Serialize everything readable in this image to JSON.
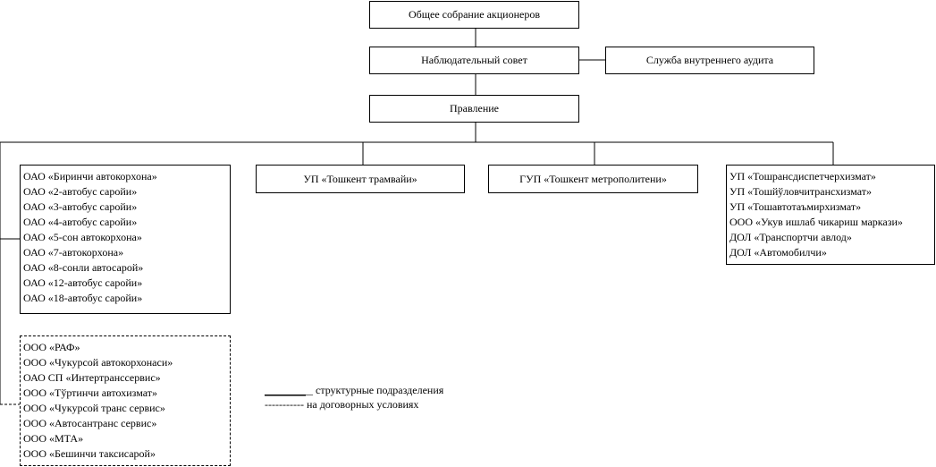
{
  "nodes": {
    "shareholders": "Общее собрание акционеров",
    "supervisory_board": "Наблюдательный совет",
    "internal_audit": "Служба внутреннего аудита",
    "management": "Правление",
    "tram": "УП «Тошкент трамвайи»",
    "metro": "ГУП «Тошкент метрополитени»"
  },
  "lists": {
    "bus_parks": [
      "ОАО «Биринчи автокорхона»",
      "ОАО «2-автобус саройи»",
      "ОАО «3-автобус саройи»",
      "ОАО «4-автобус саройи»",
      "ОАО «5-сон автокорхона»",
      "ОАО «7-автокорхона»",
      "ОАО «8-сонли автосарой»",
      "ОАО «12-автобус саройи»",
      "ОАО «18-автобус саройи»"
    ],
    "contract_units": [
      "ООО «РАФ»",
      "ООО «Чукурсой автокорхонаси»",
      "ОАО СП «Интертранссервис»",
      "ООО «Тўртинчи автохизмат»",
      "ООО «Чукурсой транс сервис»",
      "ООО «Автосантранс сервис»",
      "ООО «МТА»",
      "ООО «Бешинчи таксисарой»"
    ],
    "service_units": [
      "УП «Тошрансдиспетчерхизмат»",
      "УП «Тошйўловчитрансхизмат»",
      "УП «Тошавтотаъмирхизмат»",
      "ООО «Укув ишлаб чикариш маркази»",
      "ДОЛ «Транспортчи авлод»",
      "ДОЛ «Автомобилчи»"
    ]
  },
  "legend": {
    "solid": "_________ структурные подразделения",
    "dashed": "----------- на договорных условиях"
  }
}
